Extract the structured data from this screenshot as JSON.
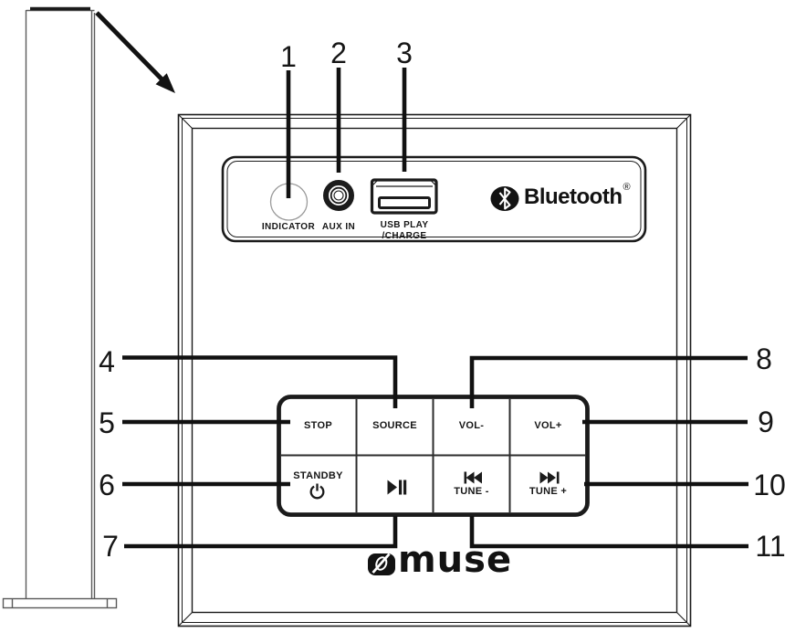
{
  "figure": {
    "type": "device-front-panel-diagram",
    "subject": "tower speaker front panel with numbered parts"
  },
  "device": {
    "brand": {
      "wordmark": "muse"
    },
    "bluetooth": {
      "label": "Bluetooth",
      "registered": "®"
    },
    "top_panel": {
      "indicator_label": "INDICATOR",
      "aux_in_label": "AUX IN",
      "usb_label_line1": "USB PLAY",
      "usb_label_line2": "/CHARGE"
    },
    "buttons": {
      "stop": "STOP",
      "source": "SOURCE",
      "vol_minus": "VOL-",
      "vol_plus": "VOL+",
      "standby": "STANDBY",
      "tune_minus": "TUNE -",
      "tune_plus": "TUNE +"
    },
    "icons": {
      "bluetooth": "bluetooth-icon",
      "power": "power-icon",
      "play_pause": "play-pause-icon",
      "previous": "previous-track-icon",
      "next": "next-track-icon",
      "arrow": "arrow-icon",
      "muse_logo": "muse-logo-icon"
    }
  },
  "callouts": [
    {
      "label": "1",
      "target": "indicator-led"
    },
    {
      "label": "2",
      "target": "aux-in-jack"
    },
    {
      "label": "3",
      "target": "usb-port"
    },
    {
      "label": "4",
      "target": "source-button"
    },
    {
      "label": "5",
      "target": "stop-button"
    },
    {
      "label": "6",
      "target": "standby-button"
    },
    {
      "label": "7",
      "target": "play-pause-button"
    },
    {
      "label": "8",
      "target": "vol-minus-button"
    },
    {
      "label": "9",
      "target": "vol-plus-button"
    },
    {
      "label": "10",
      "target": "tune-plus-button"
    },
    {
      "label": "11",
      "target": "tune-minus-button"
    }
  ],
  "colors": {
    "line": "#1b1b1b",
    "light_line": "#5a5a5a",
    "indicator_stroke": "#9b9b9b",
    "background": "#ffffff"
  }
}
